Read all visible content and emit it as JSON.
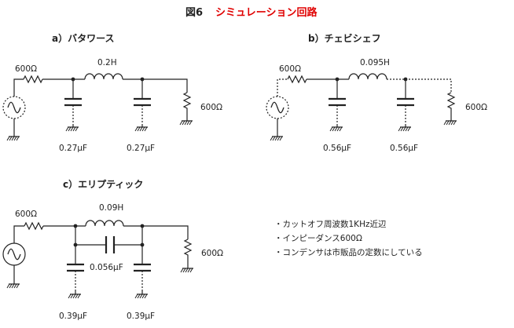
{
  "figure": {
    "number": "図6",
    "title": "シミュレーション回路",
    "title_color": "#e00000"
  },
  "circuits": {
    "a": {
      "heading": "a）バタワース",
      "source_resistor": "600Ω",
      "inductor": "0.2H",
      "load_resistor": "600Ω",
      "cap1": "0.27μF",
      "cap2": "0.27μF"
    },
    "b": {
      "heading": "b）チェビシェフ",
      "source_resistor": "600Ω",
      "inductor": "0.095H",
      "load_resistor": "600Ω",
      "cap1": "0.56μF",
      "cap2": "0.56μF"
    },
    "c": {
      "heading": "c）エリプティック",
      "source_resistor": "600Ω",
      "inductor": "0.09H",
      "parallel_cap": "0.056μF",
      "load_resistor": "600Ω",
      "cap1": "0.39μF",
      "cap2": "0.39μF"
    }
  },
  "notes": [
    "・カットオフ周波数1KHz近辺",
    "・インピーダンス600Ω",
    "・コンデンサは市販品の定数にしている"
  ],
  "icons": {
    "source": "ac-source-icon",
    "ground": "ground-icon",
    "resistor": "resistor-icon",
    "inductor": "inductor-icon",
    "capacitor": "capacitor-icon"
  }
}
